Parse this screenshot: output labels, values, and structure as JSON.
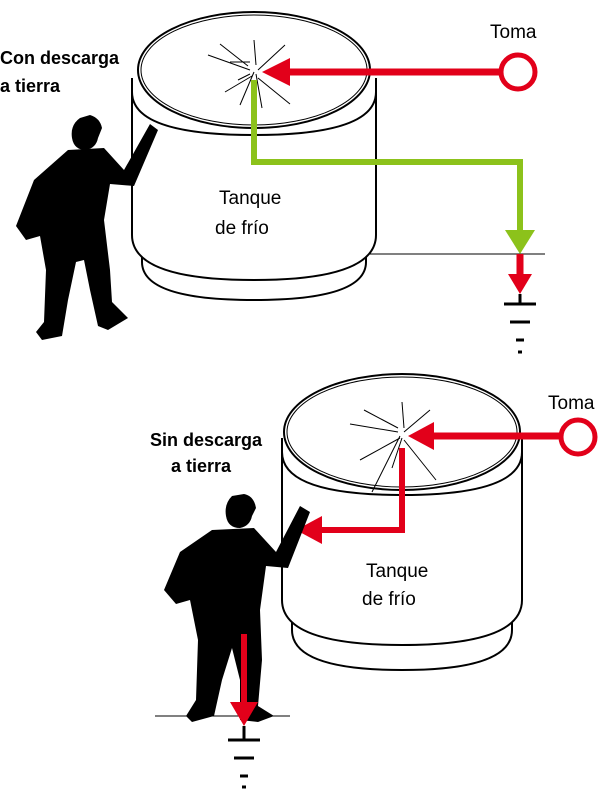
{
  "top_scene": {
    "person_label_line1": "Con descarga",
    "person_label_line2": "a tierra",
    "tank_label_line1": "Tanque",
    "tank_label_line2": "de frío",
    "source_label": "Toma",
    "ground_path_color": "#8cc21b"
  },
  "bottom_scene": {
    "person_label_line1": "Sin descarga",
    "person_label_line2": "a tierra",
    "tank_label_line1": "Tanque",
    "tank_label_line2": "de frío",
    "source_label": "Toma",
    "ground_path_color": "#e2001a"
  },
  "colors": {
    "current": "#e2001a",
    "ground_ok": "#8cc21b",
    "outline": "#000000"
  }
}
